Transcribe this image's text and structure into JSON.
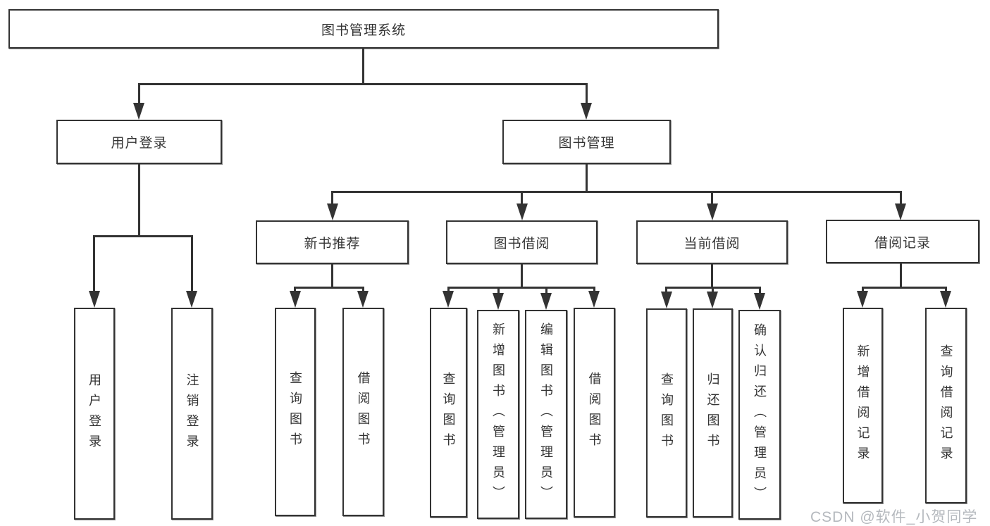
{
  "diagram": {
    "root": {
      "label": "图书管理系统",
      "children": [
        {
          "label": "用户登录",
          "children": [
            {
              "label": "用户登录"
            },
            {
              "label": "注销登录"
            }
          ]
        },
        {
          "label": "图书管理",
          "children": [
            {
              "label": "新书推荐",
              "children": [
                {
                  "label": "查询图书"
                },
                {
                  "label": "借阅图书"
                }
              ]
            },
            {
              "label": "图书借阅",
              "children": [
                {
                  "label": "查询图书"
                },
                {
                  "label": "新增图书（管理员）"
                },
                {
                  "label": "编辑图书（管理员）"
                },
                {
                  "label": "借阅图书"
                }
              ]
            },
            {
              "label": "当前借阅",
              "children": [
                {
                  "label": "查询图书"
                },
                {
                  "label": "归还图书"
                },
                {
                  "label": "确认归还（管理员）"
                }
              ]
            },
            {
              "label": "借阅记录",
              "children": [
                {
                  "label": "新增借阅记录"
                },
                {
                  "label": "查询借阅记录"
                }
              ]
            }
          ]
        }
      ]
    }
  },
  "watermark": {
    "text": "CSDN @软件_小贺同学"
  },
  "colors": {
    "line": "#333333",
    "box_border": "#333333",
    "box_background": "#ffffff",
    "text": "#333333",
    "watermark": "#b5b9be",
    "page_background": "#ffffff"
  }
}
